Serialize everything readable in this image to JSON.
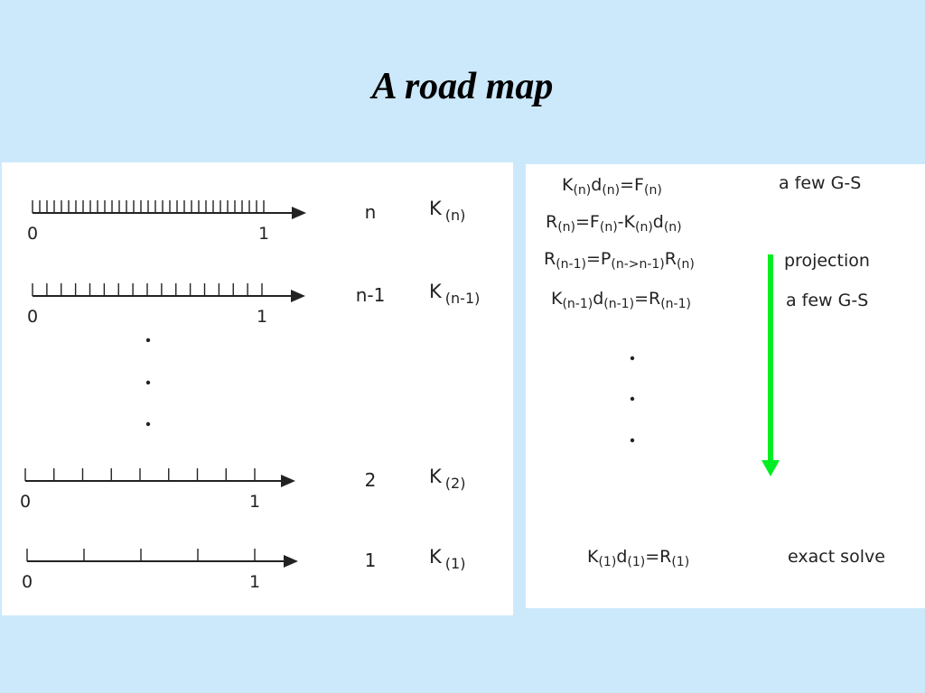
{
  "title": "A road map",
  "axis": {
    "start_label": "0",
    "end_label": "1"
  },
  "levels": [
    {
      "level": "n",
      "matrix": "K",
      "matrix_sub": "(n)",
      "ticks": 32
    },
    {
      "level": "n-1",
      "matrix": "K",
      "matrix_sub": "(n-1)",
      "ticks": 16
    },
    {
      "level": "2",
      "matrix": "K",
      "matrix_sub": "(2)",
      "ticks": 8
    },
    {
      "level": "1",
      "matrix": "K",
      "matrix_sub": "(1)",
      "ticks": 4
    }
  ],
  "equations": {
    "e1": {
      "a": "K",
      "a_sub": "(n)",
      "b": "d",
      "b_sub": "(n)",
      "c": "=F",
      "c_sub": "(n)"
    },
    "e2": {
      "a": "R",
      "a_sub": "(n)",
      "b": "=F",
      "b_sub": "(n)",
      "c": "-K",
      "c_sub": "(n)",
      "d": "d",
      "d_sub": "(n)"
    },
    "e3": {
      "a": "R",
      "a_sub": "(n-1)",
      "b": "=P",
      "b_sub": "(n->n-1)",
      "c": "R",
      "c_sub": "(n)"
    },
    "e4": {
      "a": "K",
      "a_sub": "(n-1)",
      "b": "d",
      "b_sub": "(n-1)",
      "c": "=R",
      "c_sub": "(n-1)"
    },
    "e5": {
      "a": "K",
      "a_sub": "(1)",
      "b": "d",
      "b_sub": "(1)",
      "c": "=R",
      "c_sub": "(1)"
    }
  },
  "notes": {
    "few_gs_1": "a few G-S",
    "projection": "projection",
    "few_gs_2": "a few G-S",
    "exact_solve": "exact solve"
  },
  "colors": {
    "background": "#cce9fb",
    "arrow": "#00ee22"
  }
}
